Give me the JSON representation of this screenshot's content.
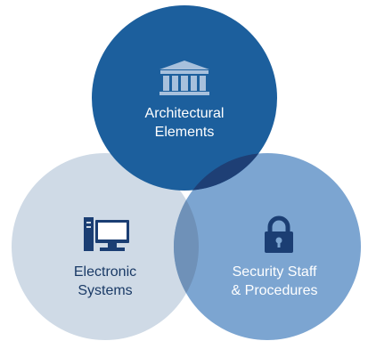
{
  "colors": {
    "architectural_circle": "#1c5f9d",
    "electronic_circle": "#cfdae6",
    "security_circle": "#7ca5d1",
    "overlap_dark": "#1e3f75",
    "overlap_mid": "#6f91b8",
    "icon_light": "#a7c0dc",
    "icon_dark": "#1b3e73",
    "text_on_dark": "#ffffff",
    "text_on_light": "#1a3a66"
  },
  "circles": [
    {
      "id": "architectural",
      "icon": "building-columns-icon",
      "label_lines": [
        "Architectural",
        "Elements"
      ]
    },
    {
      "id": "electronic",
      "icon": "computer-icon",
      "label_lines": [
        "Electronic",
        "Systems"
      ]
    },
    {
      "id": "security",
      "icon": "padlock-icon",
      "label_lines": [
        "Security Staff",
        "& Procedures"
      ]
    }
  ]
}
